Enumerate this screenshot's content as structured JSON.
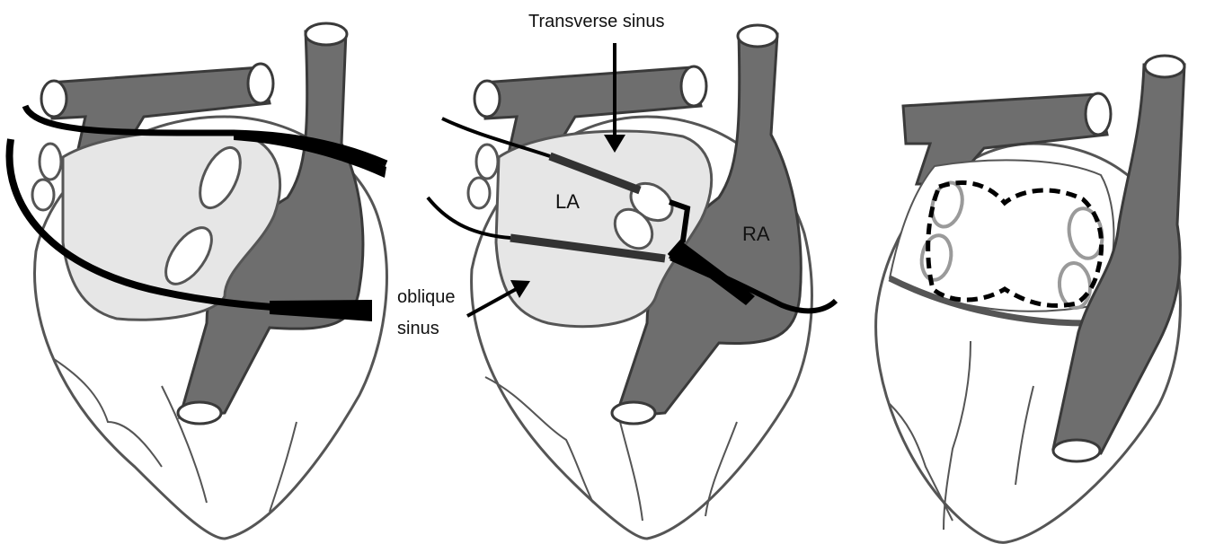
{
  "labels": {
    "transverse_sinus": "Transverse sinus",
    "left_atrium": "LA",
    "right_atrium": "RA",
    "oblique_line1": "oblique",
    "oblique_line2": "sinus"
  },
  "colors": {
    "vessel": "#6e6e6e",
    "vessel_stroke": "#3a3a3a",
    "atrium": "#e6e6e6",
    "outline": "#555555",
    "band": "#000000",
    "background": "#ffffff",
    "ring": "#9a9a9a"
  }
}
